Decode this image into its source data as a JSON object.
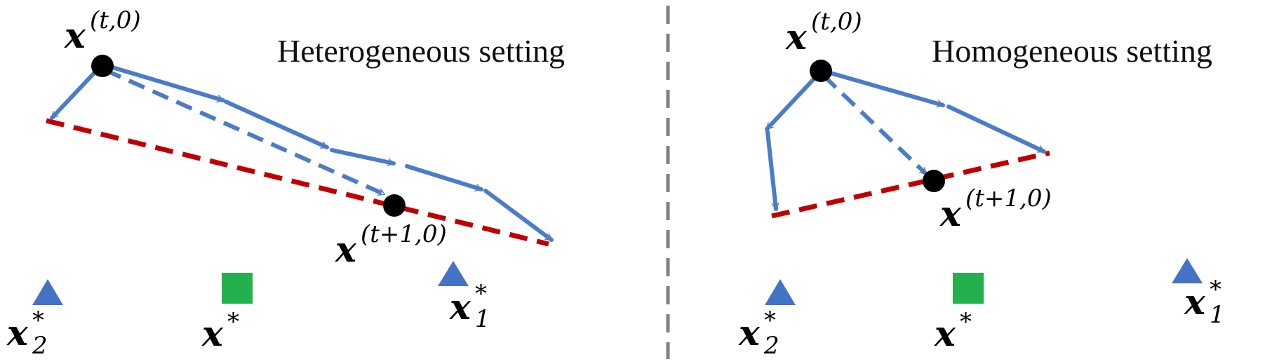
{
  "colors": {
    "arrow": "#4A7CC9",
    "hull": "#C00000",
    "optimum": "#22B14C",
    "local_optimum": "#4472C4",
    "point": "#000000",
    "divider": "#808080"
  },
  "left_panel": {
    "title": "Heterogeneous setting",
    "start_label": {
      "base": "x",
      "sup": "(t,0)"
    },
    "next_label": {
      "base": "x",
      "sup": "(t+1,0)"
    },
    "x2_label": {
      "base": "x",
      "sub": "2",
      "sup": "*"
    },
    "xstar_label": {
      "base": "x",
      "sup": "*"
    },
    "x1_label": {
      "base": "x",
      "sub": "1",
      "sup": "*"
    }
  },
  "right_panel": {
    "title": "Homogeneous setting",
    "start_label": {
      "base": "x",
      "sup": "(t,0)"
    },
    "next_label": {
      "base": "x",
      "sup": "(t+1,0)"
    },
    "x2_label": {
      "base": "x",
      "sub": "2",
      "sup": "*"
    },
    "xstar_label": {
      "base": "x",
      "sup": "*"
    },
    "x1_label": {
      "base": "x",
      "sub": "1",
      "sup": "*"
    }
  }
}
